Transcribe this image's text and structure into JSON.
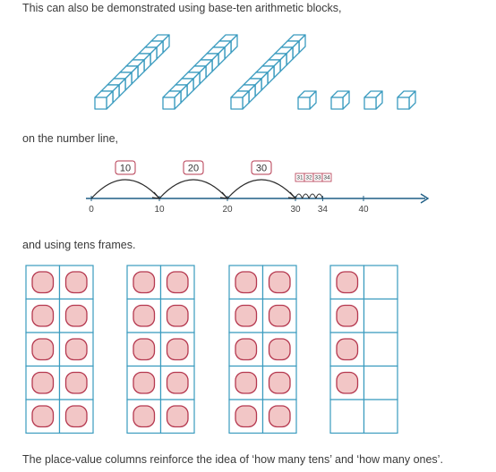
{
  "intro_text": "This can also be demonstrated using base-ten arithmetic blocks,",
  "number_line_text": "on the number line,",
  "tens_frames_text": "and using tens frames.",
  "conclusion_text": "The place-value columns reinforce the idea of ‘how many tens’ and ‘how many ones’.",
  "blocks": {
    "tens_rods": 3,
    "ones_cubes": 4
  },
  "number_line": {
    "jump_labels": [
      "10",
      "20",
      "30"
    ],
    "small_jump_labels": [
      "31",
      "32",
      "33",
      "34"
    ],
    "tick_labels": [
      "0",
      "10",
      "20",
      "30",
      "34",
      "40"
    ]
  },
  "tens_frames": {
    "counters": [
      10,
      10,
      10,
      4
    ]
  },
  "colors": {
    "block": "#3a9bbf",
    "axis": "#1f5f86",
    "jump_box": "#b5384f",
    "counter_fill": "#f2c6c6",
    "counter_stroke": "#b5384f",
    "frame": "#3a9bbf"
  }
}
